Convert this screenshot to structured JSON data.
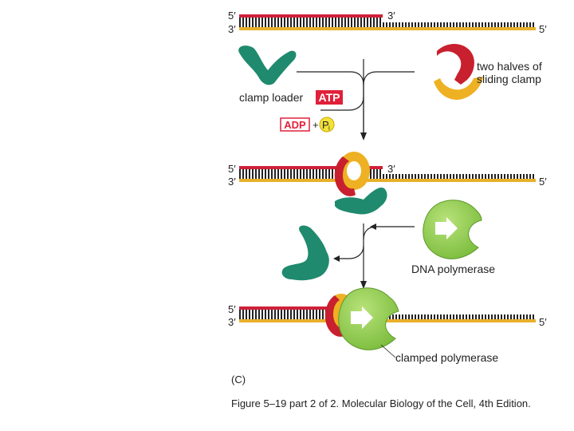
{
  "labels": {
    "five_prime": "5′",
    "three_prime": "3′",
    "two_halves": "two halves of",
    "sliding_clamp": "sliding clamp",
    "clamp_loader": "clamp loader",
    "atp": "ATP",
    "adp": "ADP",
    "plus": "+",
    "pi": "P",
    "pi_sub": "i",
    "dna_polymerase": "DNA polymerase",
    "clamped_polymerase": "clamped polymerase",
    "panel": "(C)"
  },
  "caption": "Figure 5–19 part 2 of 2. Molecular Biology of the Cell, 4th Edition.",
  "colors": {
    "primer_strand": "#d0213a",
    "template_strand": "#e8b02a",
    "clamp_loader": "#1f8a6e",
    "clamp_red": "#c8202e",
    "clamp_yellow": "#eeb123",
    "polymerase": "#8fce4e",
    "atp_box": "#e0203a",
    "pi_circle": "#f2e23a"
  }
}
